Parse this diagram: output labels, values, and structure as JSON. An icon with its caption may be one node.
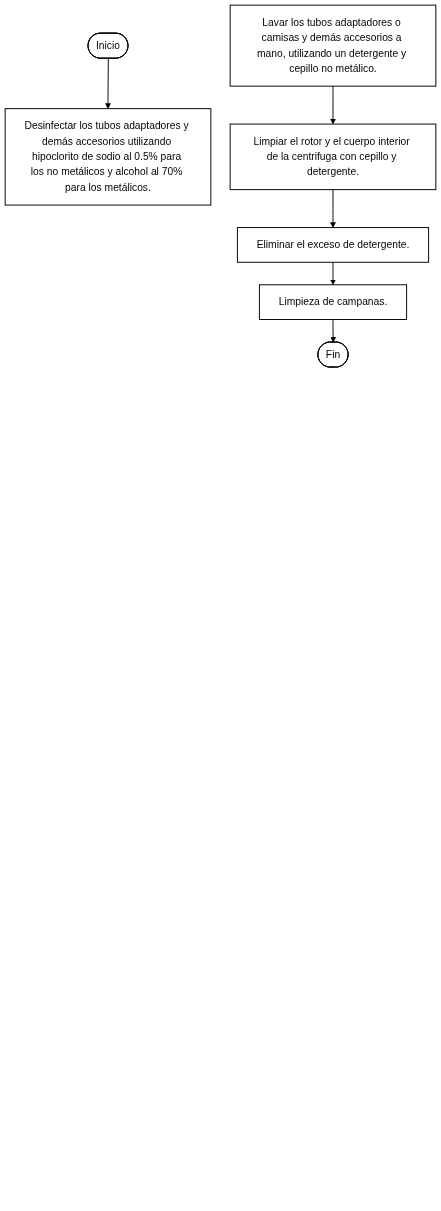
{
  "diagram": {
    "nodes": [
      {
        "text": [
          "Inicio"
        ]
      },
      {
        "text": [
          "Desinfectar los tubos adaptadores y demás accesorios utilizando hipoclorito de sodio al 0.5% para los no metálicos y alcohol al 70% para los metálicos."
        ]
      },
      {
        "text": [
          "Lavar los tubos adaptadores o camisas y demás accesorios a mano, utilizando un detergente y cepillo no metálico."
        ]
      },
      {
        "text": [
          "Limpiar el rotor y el cuerpo interior de la centrifuga con cepillo y detergente."
        ]
      },
      {
        "text": [
          "Eliminar el exceso de detergente."
        ]
      },
      {
        "text": [
          "Limpieza de campanas."
        ]
      },
      {
        "text": [
          "Fin"
        ]
      }
    ],
    "edges": [
      {
        "from": 0,
        "to": 1,
        "arrow": "to"
      },
      {
        "from": 2,
        "to": 3,
        "arrow": "to"
      },
      {
        "from": 3,
        "to": 4,
        "arrow": "to"
      },
      {
        "from": 4,
        "to": 5,
        "arrow": "to"
      },
      {
        "from": 5,
        "to": 6,
        "arrow": "to"
      }
    ]
  }
}
